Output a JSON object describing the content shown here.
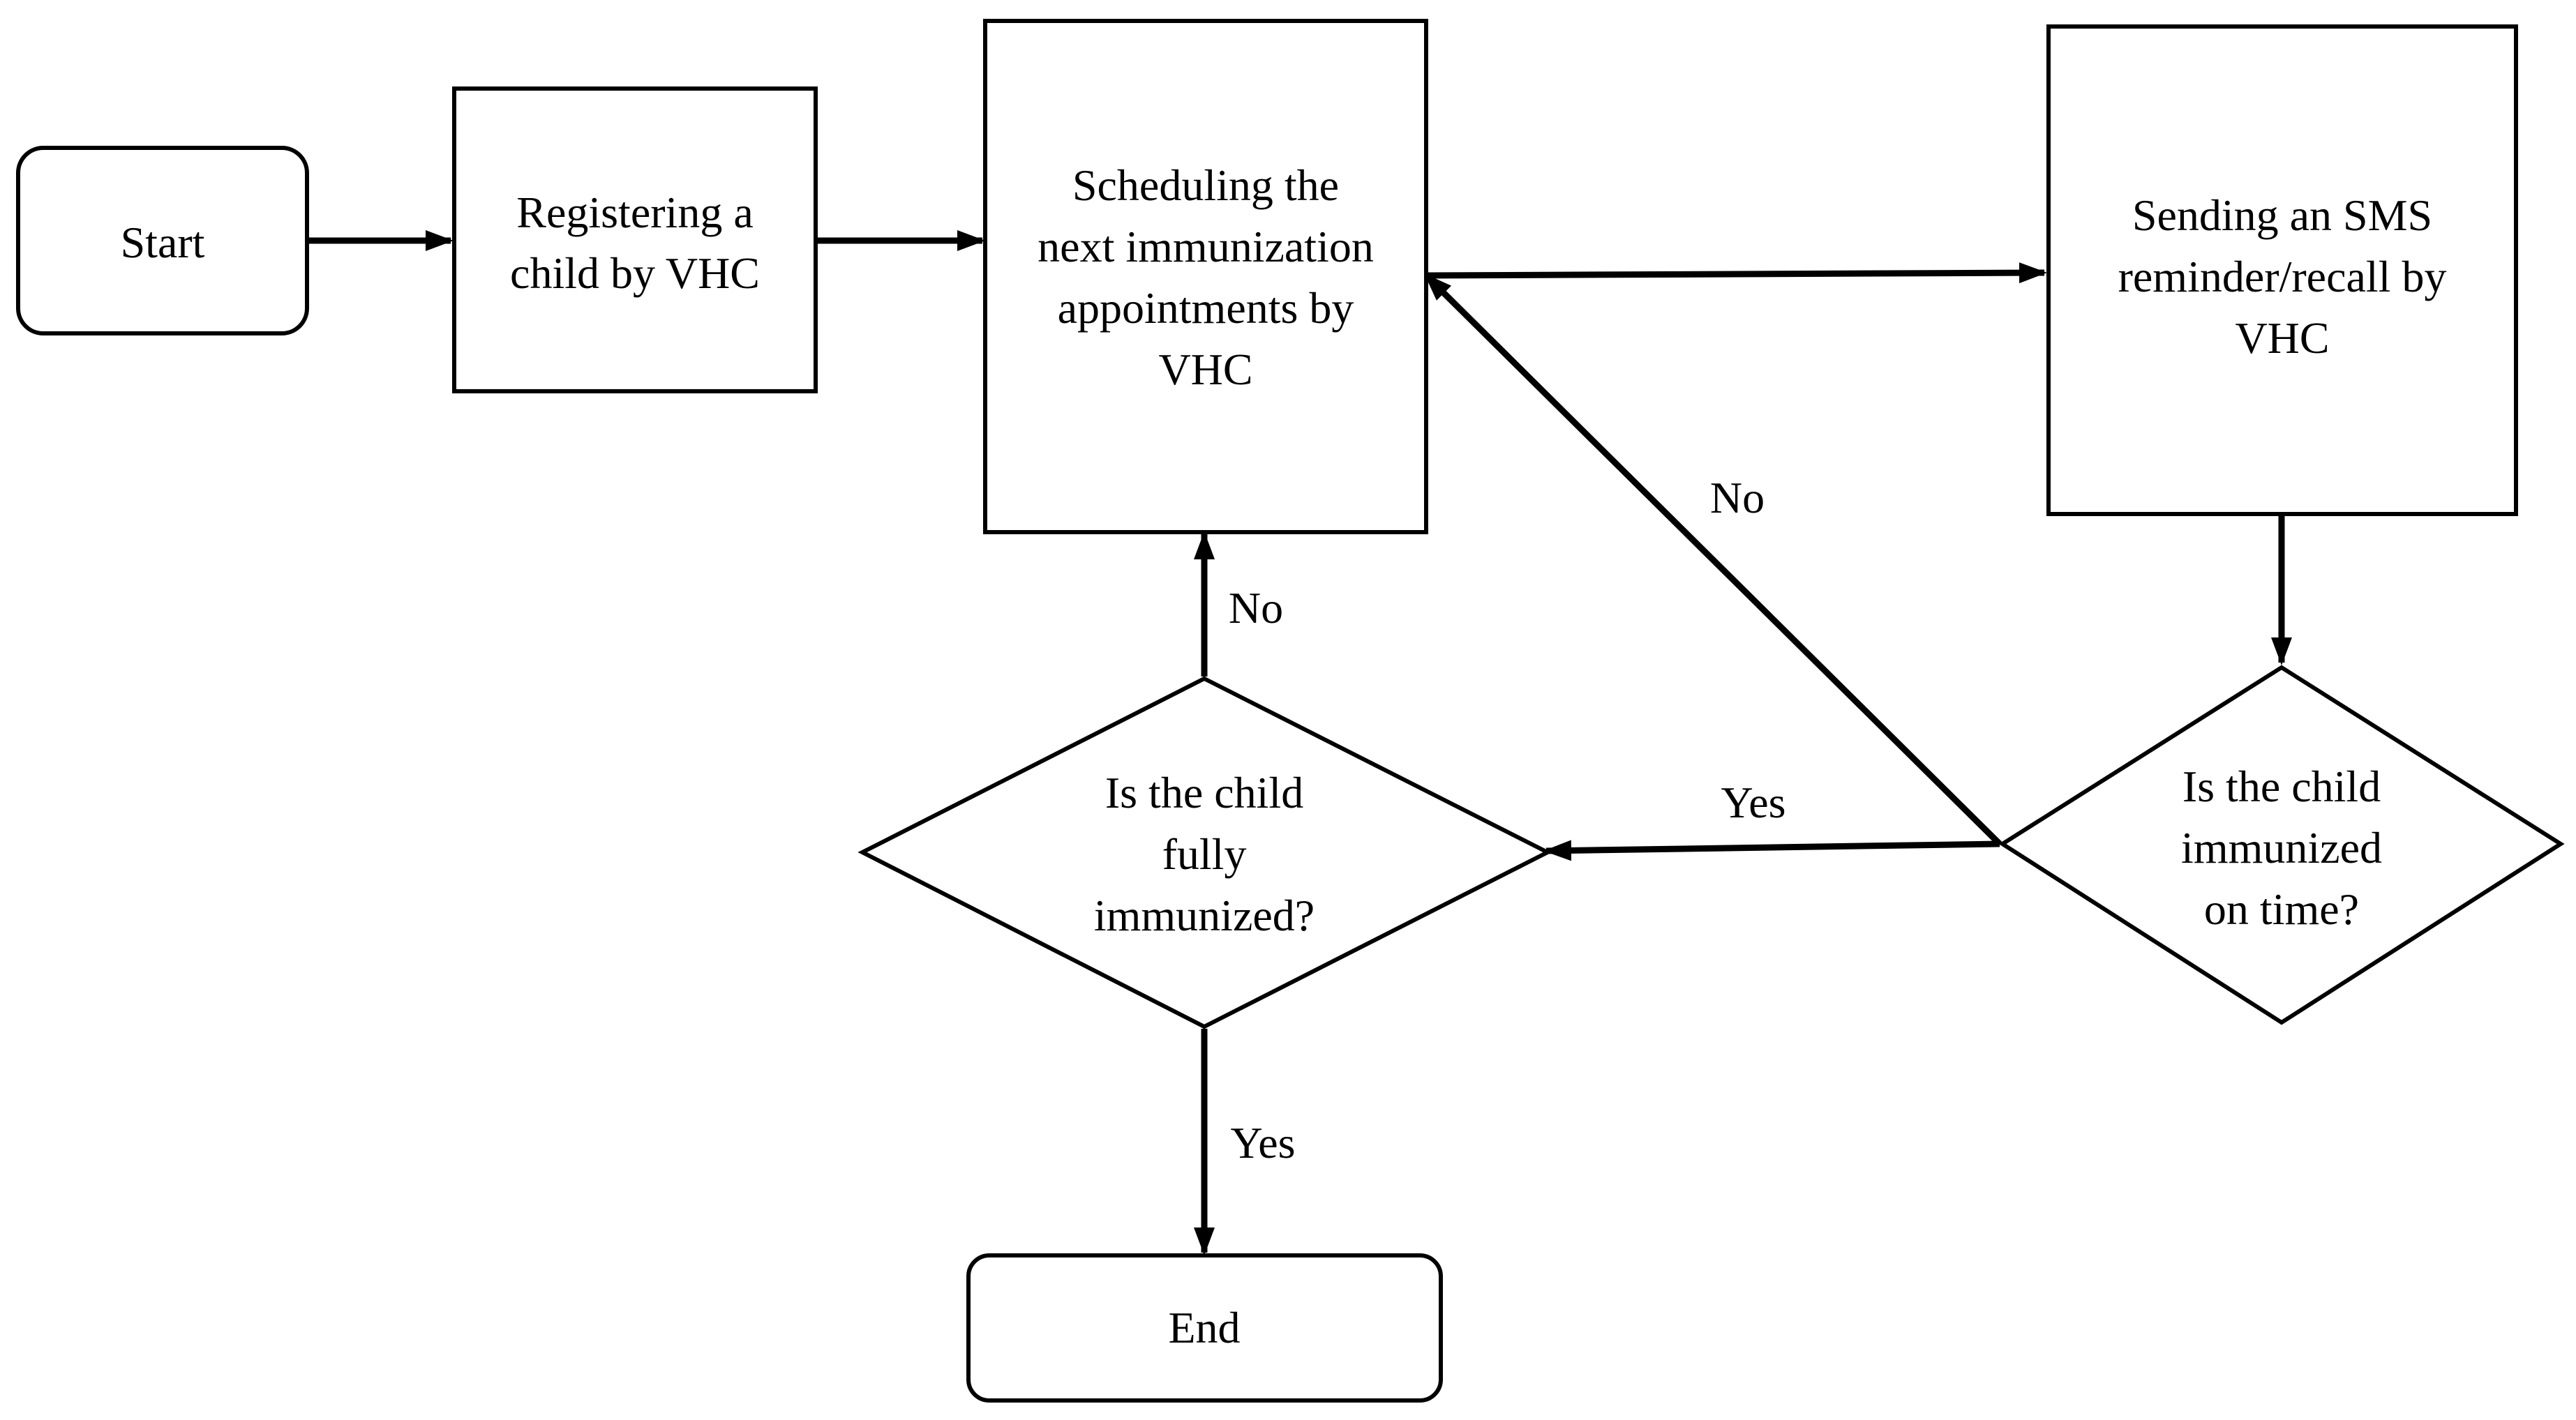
{
  "nodes": {
    "start": {
      "lines": [
        "Start"
      ]
    },
    "register": {
      "lines": [
        "Registering a",
        "child by VHC"
      ]
    },
    "schedule": {
      "lines": [
        "Scheduling the",
        "next immunization",
        "appointments by",
        "VHC"
      ]
    },
    "sms": {
      "lines": [
        "Sending an SMS",
        "reminder/recall by",
        "VHC"
      ]
    },
    "on_time": {
      "lines": [
        "Is the child",
        "immunized",
        "on time?"
      ]
    },
    "fully": {
      "lines": [
        "Is the child",
        "fully",
        "immunized?"
      ]
    },
    "end": {
      "lines": [
        "End"
      ]
    }
  },
  "edge_labels": {
    "on_time_no": "No",
    "on_time_yes": "Yes",
    "fully_no": "No",
    "fully_yes": "Yes"
  },
  "colors": {
    "stroke": "#000000",
    "background": "#ffffff"
  }
}
